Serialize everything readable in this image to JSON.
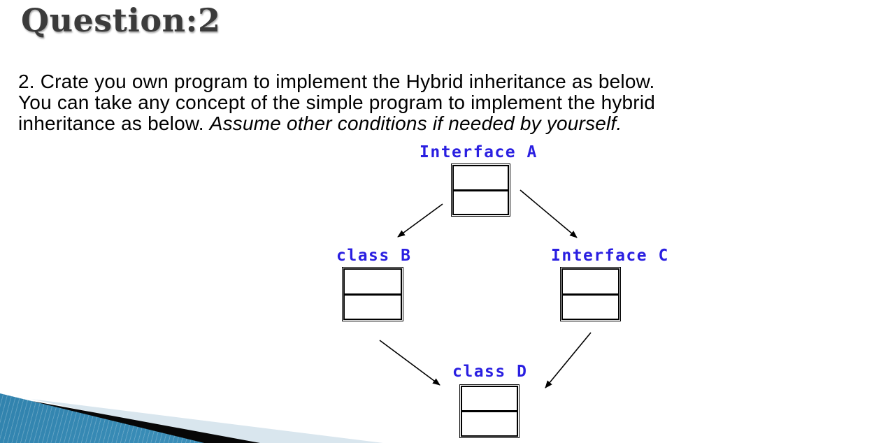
{
  "slide": {
    "title": "Question:2",
    "body": {
      "line1": "2. Crate you own program to implement the Hybrid inheritance as below.",
      "line2": "You can take any concept of the simple program to implement the hybrid",
      "line3_normal": "inheritance as below. ",
      "line3_italic": "Assume other conditions if needed by yourself."
    }
  },
  "diagram": {
    "label_color": "#2a1fe1",
    "nodes": [
      {
        "id": "interface-a",
        "label": "Interface A",
        "shape": "two-compartment-box"
      },
      {
        "id": "class-b",
        "label": "class B",
        "shape": "two-compartment-box"
      },
      {
        "id": "interface-c",
        "label": "Interface C",
        "shape": "two-compartment-box"
      },
      {
        "id": "class-d",
        "label": "class D",
        "shape": "two-compartment-box"
      }
    ],
    "edges": [
      {
        "from": "interface-a",
        "to": "class-b",
        "style": "arrow"
      },
      {
        "from": "interface-a",
        "to": "interface-c",
        "style": "arrow"
      },
      {
        "from": "class-b",
        "to": "class-d",
        "style": "arrow"
      },
      {
        "from": "interface-c",
        "to": "class-d",
        "style": "arrow"
      }
    ]
  },
  "decoration": {
    "teal_gradient_start": "#1f6e9a",
    "teal_gradient_end": "#63b9dc",
    "pale_band": "#d9e6ee",
    "black_band": "#070707"
  }
}
